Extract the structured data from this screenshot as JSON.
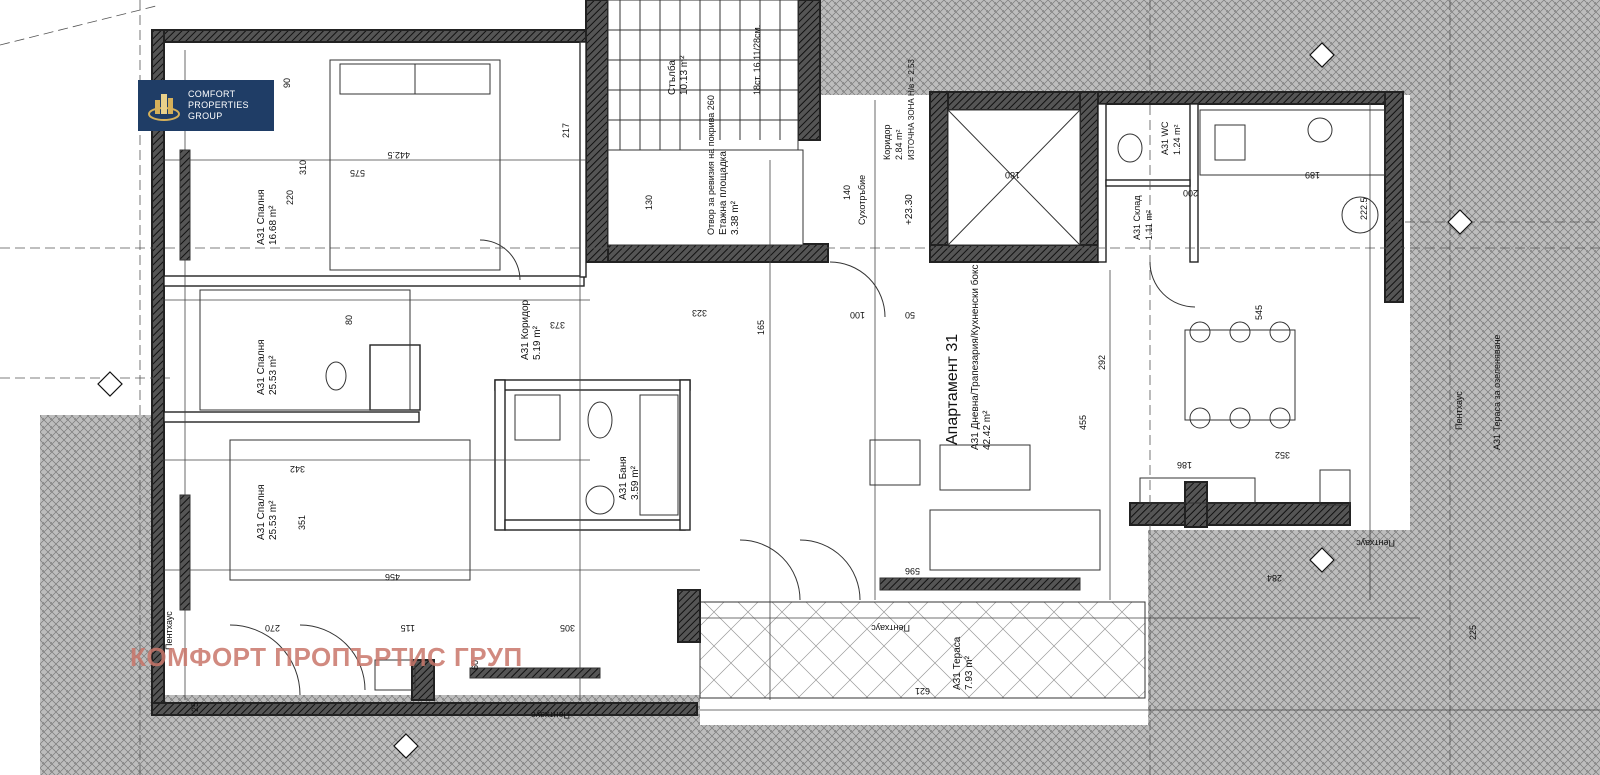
{
  "brand": {
    "logo_lines": [
      "COMFORT",
      "PROPERTIES",
      "GROUP"
    ],
    "watermark": "КОМФОРТ ПРОПЪРТИС ГРУП",
    "colors": {
      "logo_bg": "#1f3d66",
      "watermark": "#c9766a",
      "logo_gold": "#d6b15a"
    }
  },
  "apartment": {
    "title": "Апартамент 31"
  },
  "rooms": [
    {
      "id": "bedroom-1",
      "name": "А31 Спалня",
      "area": "16.68 m²"
    },
    {
      "id": "bedroom-2",
      "name": "А31 Спалня",
      "area": "25.53 m²"
    },
    {
      "id": "bedroom-3",
      "name": "А31 Спалня",
      "area": "25.53 m²"
    },
    {
      "id": "corridor",
      "name": "А31 Коридор",
      "area": "5.19 m²"
    },
    {
      "id": "bathroom",
      "name": "А31 Баня",
      "area": "3.59 m²"
    },
    {
      "id": "living",
      "name": "А31 Дневна/Трапезария/Кухненски бокс",
      "area": "42.42 m²"
    },
    {
      "id": "wc",
      "name": "А31 WC",
      "area": "1.24 m²"
    },
    {
      "id": "storage",
      "name": "А31 Склад",
      "area": "1.11 m²"
    },
    {
      "id": "terrace",
      "name": "А31 Тераса",
      "area": "7.93 m²"
    },
    {
      "id": "stairs",
      "name": "Стълба",
      "area": "10.13 m²"
    },
    {
      "id": "landing",
      "name": "Етажна площадка",
      "area": "3.38 m²"
    },
    {
      "id": "common-corridor",
      "name": "Коридор",
      "area": "2.84 m²"
    }
  ],
  "labels": {
    "stairs_steps": "18ст. 16.11/28см.",
    "revision_opening": "Отвор за ревизия на покрива 260",
    "dry_riser": "Сухотръбие",
    "elevation": "+23.30",
    "penthouse": "Пентхаус",
    "terrace_greenery": "А31 Тераса за озеленяване",
    "common_corridor_note": "ИЗТОЧНА ЗОНА Н/в = 2.53"
  },
  "dimensions": [
    "442.5",
    "575",
    "310",
    "220",
    "217",
    "342",
    "351",
    "456",
    "305",
    "270",
    "115",
    "373",
    "323",
    "165",
    "455",
    "596",
    "621",
    "292",
    "545",
    "352",
    "186",
    "189",
    "222.5",
    "284",
    "225",
    "200",
    "180",
    "130",
    "140",
    "100",
    "90",
    "80",
    "60",
    "50",
    "25"
  ]
}
